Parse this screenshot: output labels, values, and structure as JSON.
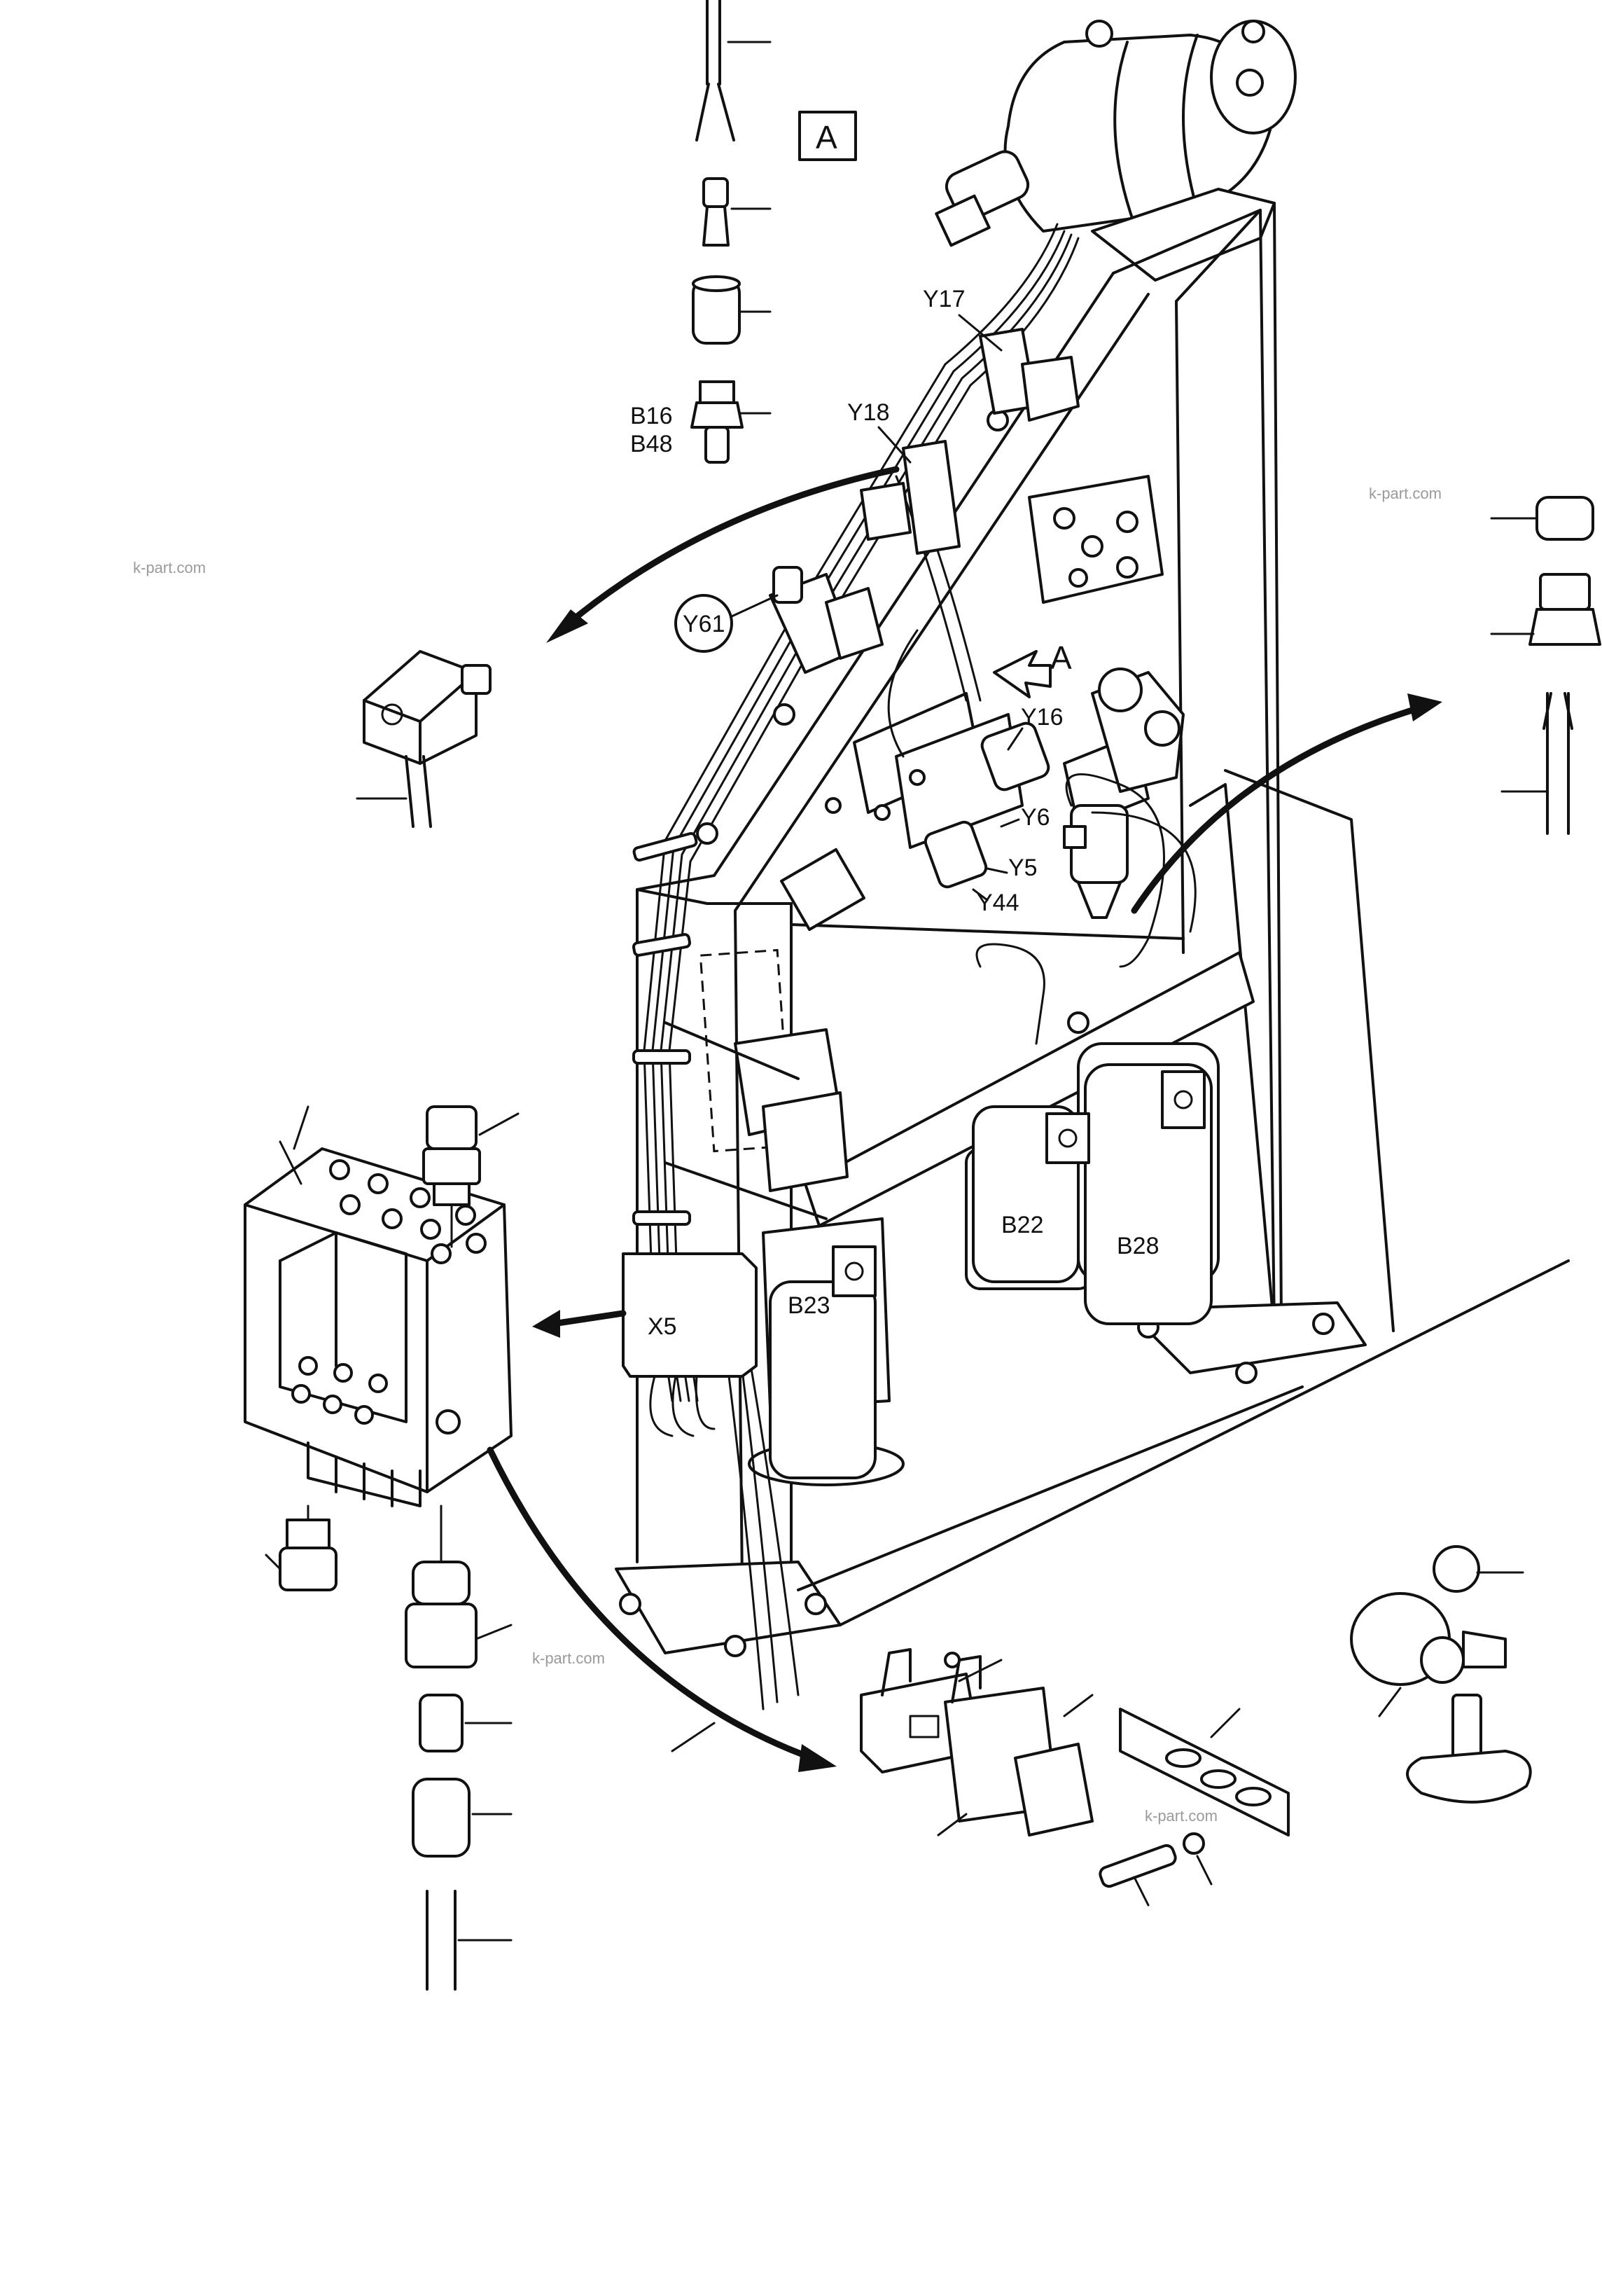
{
  "labels": {
    "detail_ref": "A",
    "arrow_ref": "A",
    "y17": "Y17",
    "y18": "Y18",
    "y61": "Y61",
    "y16": "Y16",
    "y6": "Y6",
    "y5": "Y5",
    "y44": "Y44",
    "b16": "B16",
    "b48": "B48",
    "b22": "B22",
    "b28": "B28",
    "b23": "B23",
    "x5": "X5"
  },
  "watermarks": [
    "k-part.com",
    "k-part.com",
    "k-part.com",
    "k-part.com"
  ]
}
